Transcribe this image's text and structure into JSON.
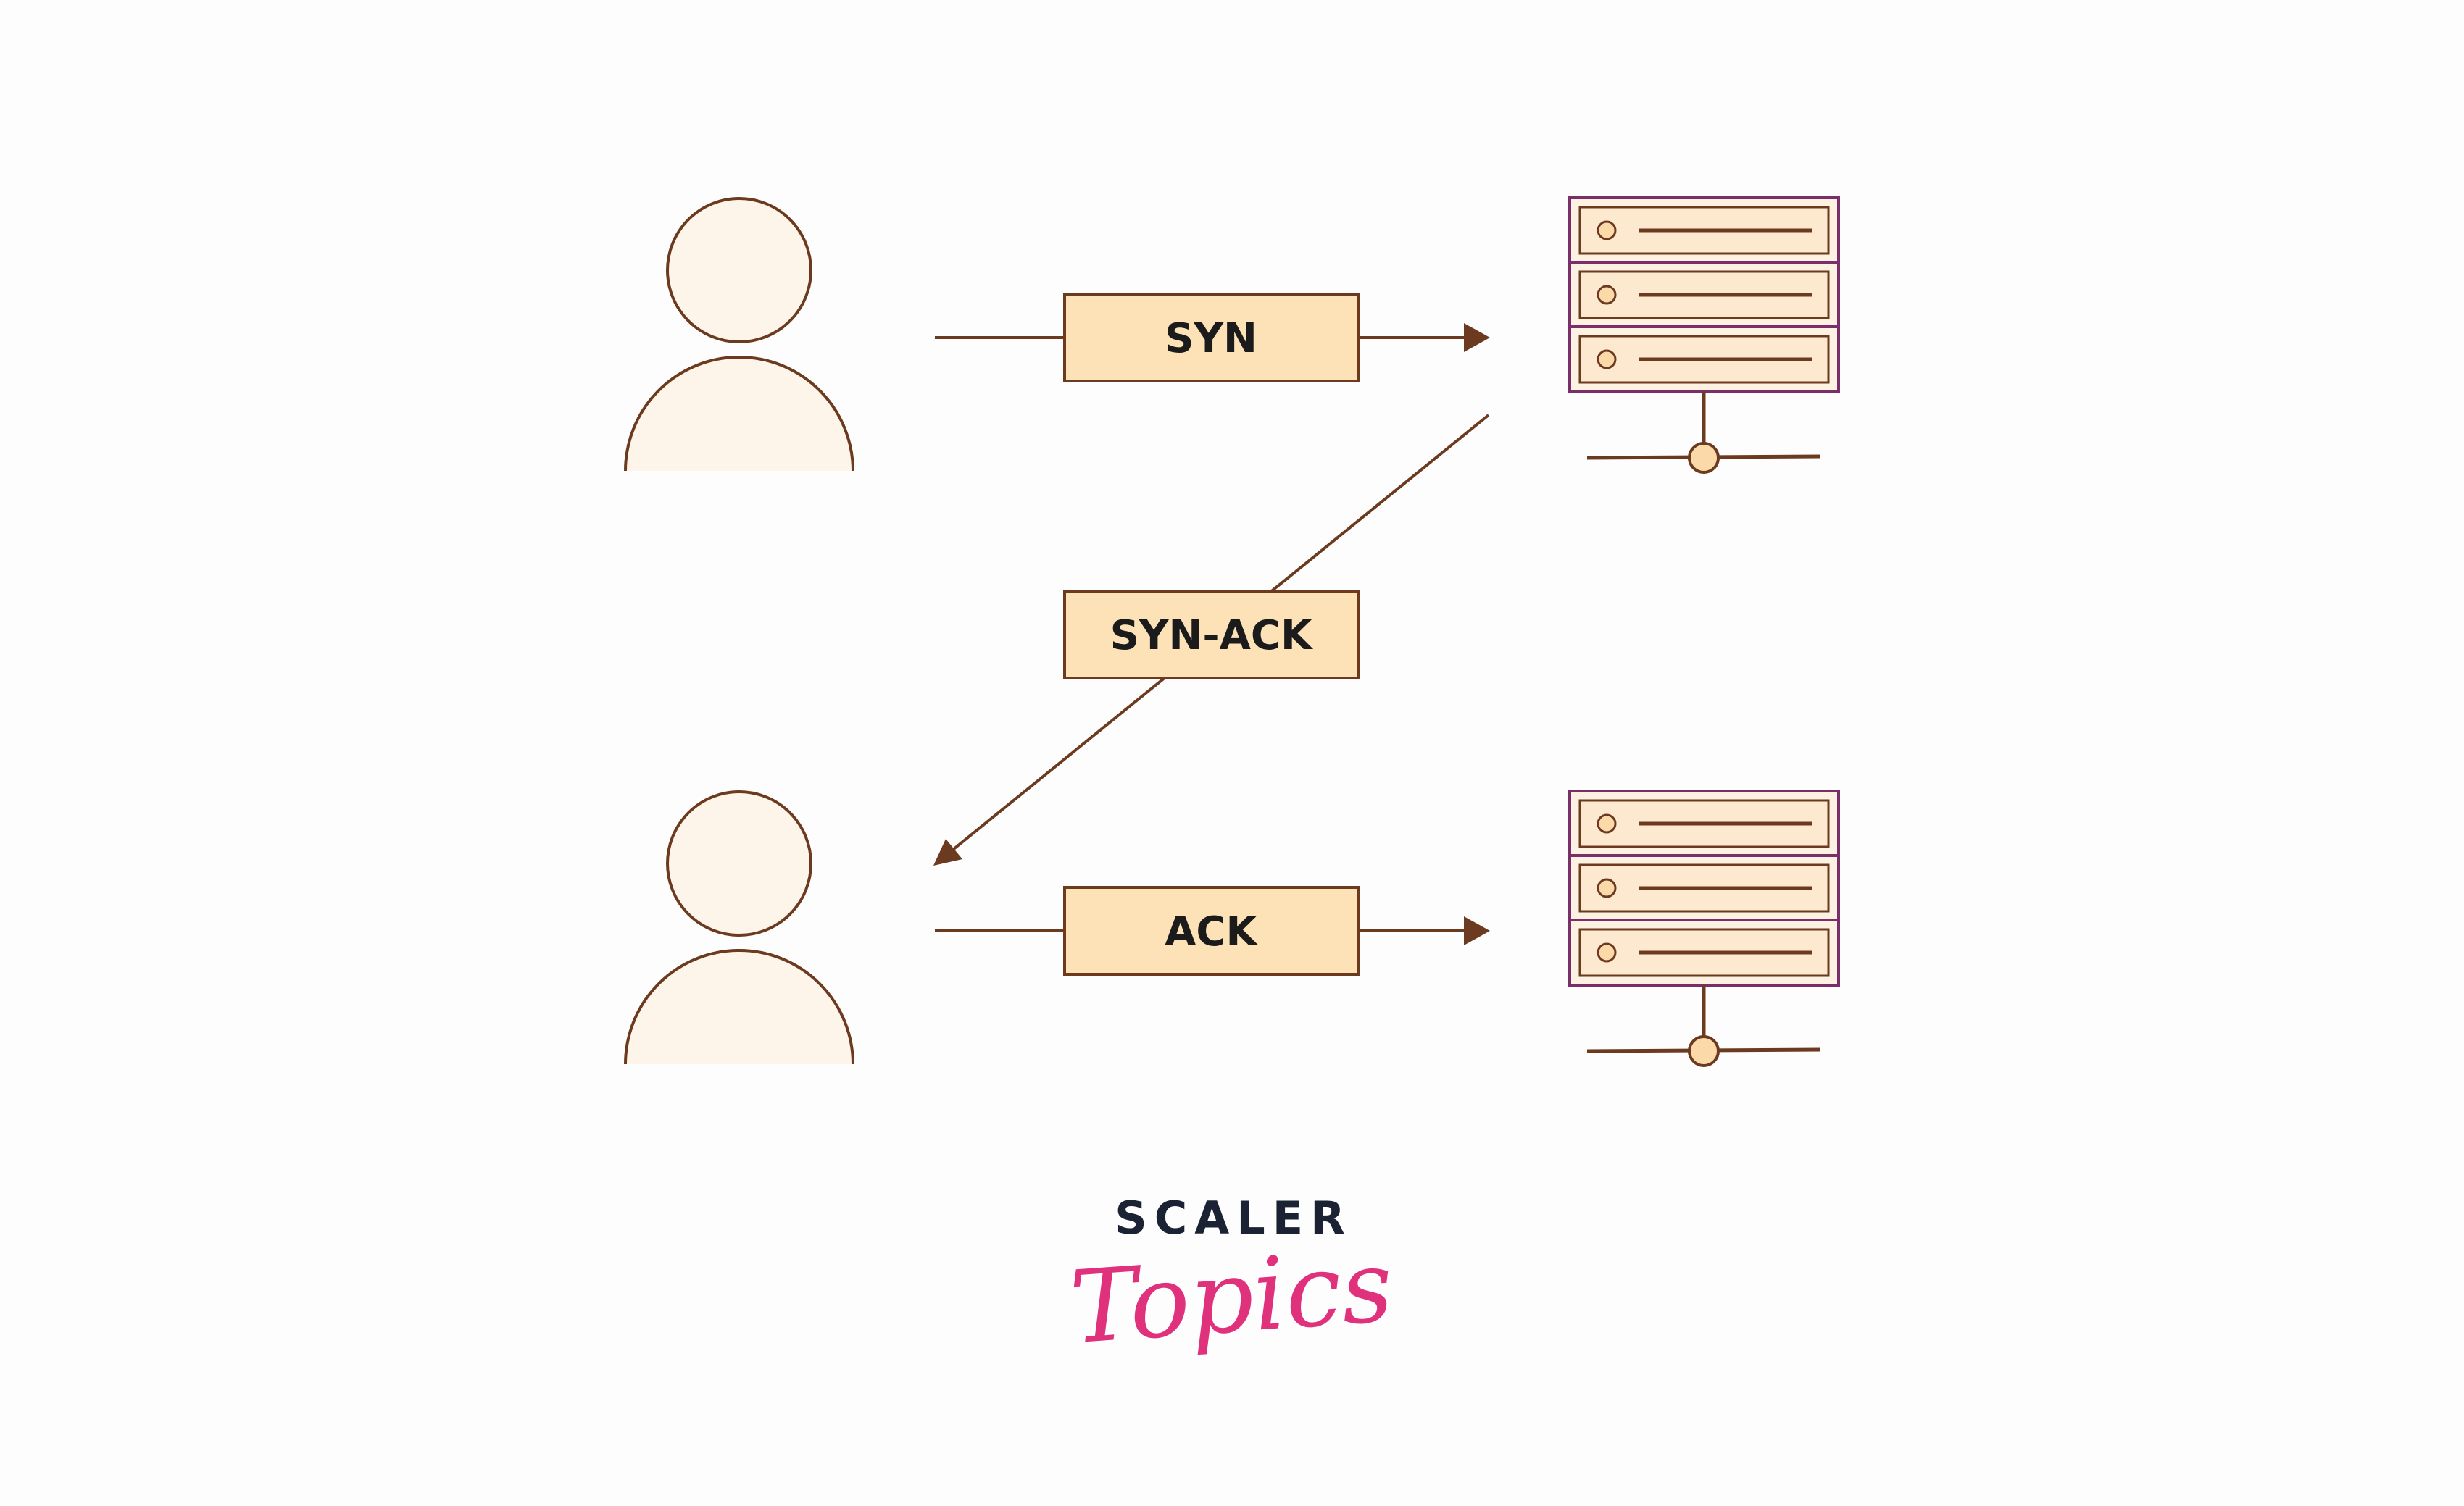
{
  "messages": {
    "syn": "SYN",
    "syn_ack": "SYN-ACK",
    "ack": "ACK"
  },
  "brand": {
    "top": "SCALER",
    "bottom": "Topics"
  },
  "colors": {
    "background": "#fdfdfd",
    "outline": "#6b3a1f",
    "person_fill": "#fdf4ea",
    "label_fill": "#fde2b8",
    "server_border": "#7a2f6a",
    "server_fill": "#fdf1e2",
    "brand_dark": "#1a2233",
    "brand_pink": "#e0317d"
  },
  "icons": [
    "person-icon",
    "server-icon",
    "arrow-icon"
  ]
}
